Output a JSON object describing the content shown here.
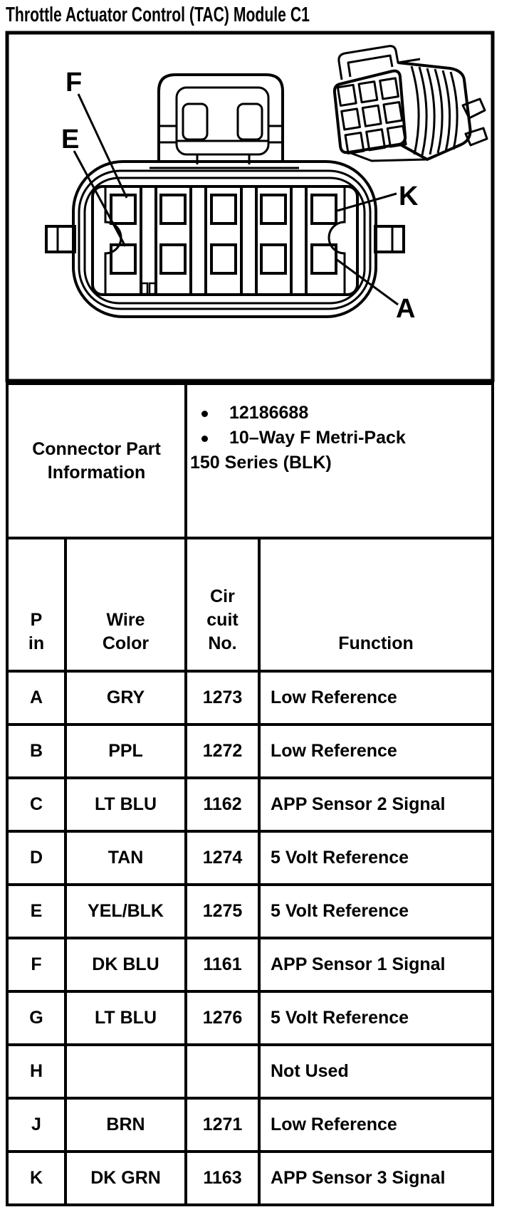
{
  "page": {
    "title": "Throttle Actuator Control (TAC) Module C1"
  },
  "diagram": {
    "pin_labels": {
      "f": "F",
      "e": "E",
      "k": "K",
      "a": "A"
    }
  },
  "part_info": {
    "label_line1": "Connector Part",
    "label_line2": "Information",
    "items": [
      {
        "bullet": true,
        "text": "12186688"
      },
      {
        "bullet": true,
        "text": "10–Way F Metri-Pack"
      },
      {
        "bullet": false,
        "text": "150 Series (BLK)"
      }
    ]
  },
  "table": {
    "headers": {
      "pin": [
        "P",
        "in"
      ],
      "wire_color": [
        "Wire",
        "Color"
      ],
      "circuit_no": [
        "Cir",
        "cuit",
        "No."
      ],
      "function": "Function"
    },
    "rows": [
      {
        "pin": "A",
        "wire_color": "GRY",
        "circuit_no": "1273",
        "function": "Low Reference"
      },
      {
        "pin": "B",
        "wire_color": "PPL",
        "circuit_no": "1272",
        "function": "Low Reference"
      },
      {
        "pin": "C",
        "wire_color": "LT BLU",
        "circuit_no": "1162",
        "function": "APP Sensor 2 Signal"
      },
      {
        "pin": "D",
        "wire_color": "TAN",
        "circuit_no": "1274",
        "function": "5 Volt Reference"
      },
      {
        "pin": "E",
        "wire_color": "YEL/BLK",
        "circuit_no": "1275",
        "function": "5 Volt Reference"
      },
      {
        "pin": "F",
        "wire_color": "DK BLU",
        "circuit_no": "1161",
        "function": "APP Sensor 1 Signal"
      },
      {
        "pin": "G",
        "wire_color": "LT BLU",
        "circuit_no": "1276",
        "function": "5 Volt Reference"
      },
      {
        "pin": "H",
        "wire_color": "",
        "circuit_no": "",
        "function": "Not Used"
      },
      {
        "pin": "J",
        "wire_color": "BRN",
        "circuit_no": "1271",
        "function": "Low Reference"
      },
      {
        "pin": "K",
        "wire_color": "DK GRN",
        "circuit_no": "1163",
        "function": "APP Sensor 3 Signal"
      }
    ]
  },
  "colors": {
    "ink": "#000000",
    "paper": "#ffffff"
  }
}
